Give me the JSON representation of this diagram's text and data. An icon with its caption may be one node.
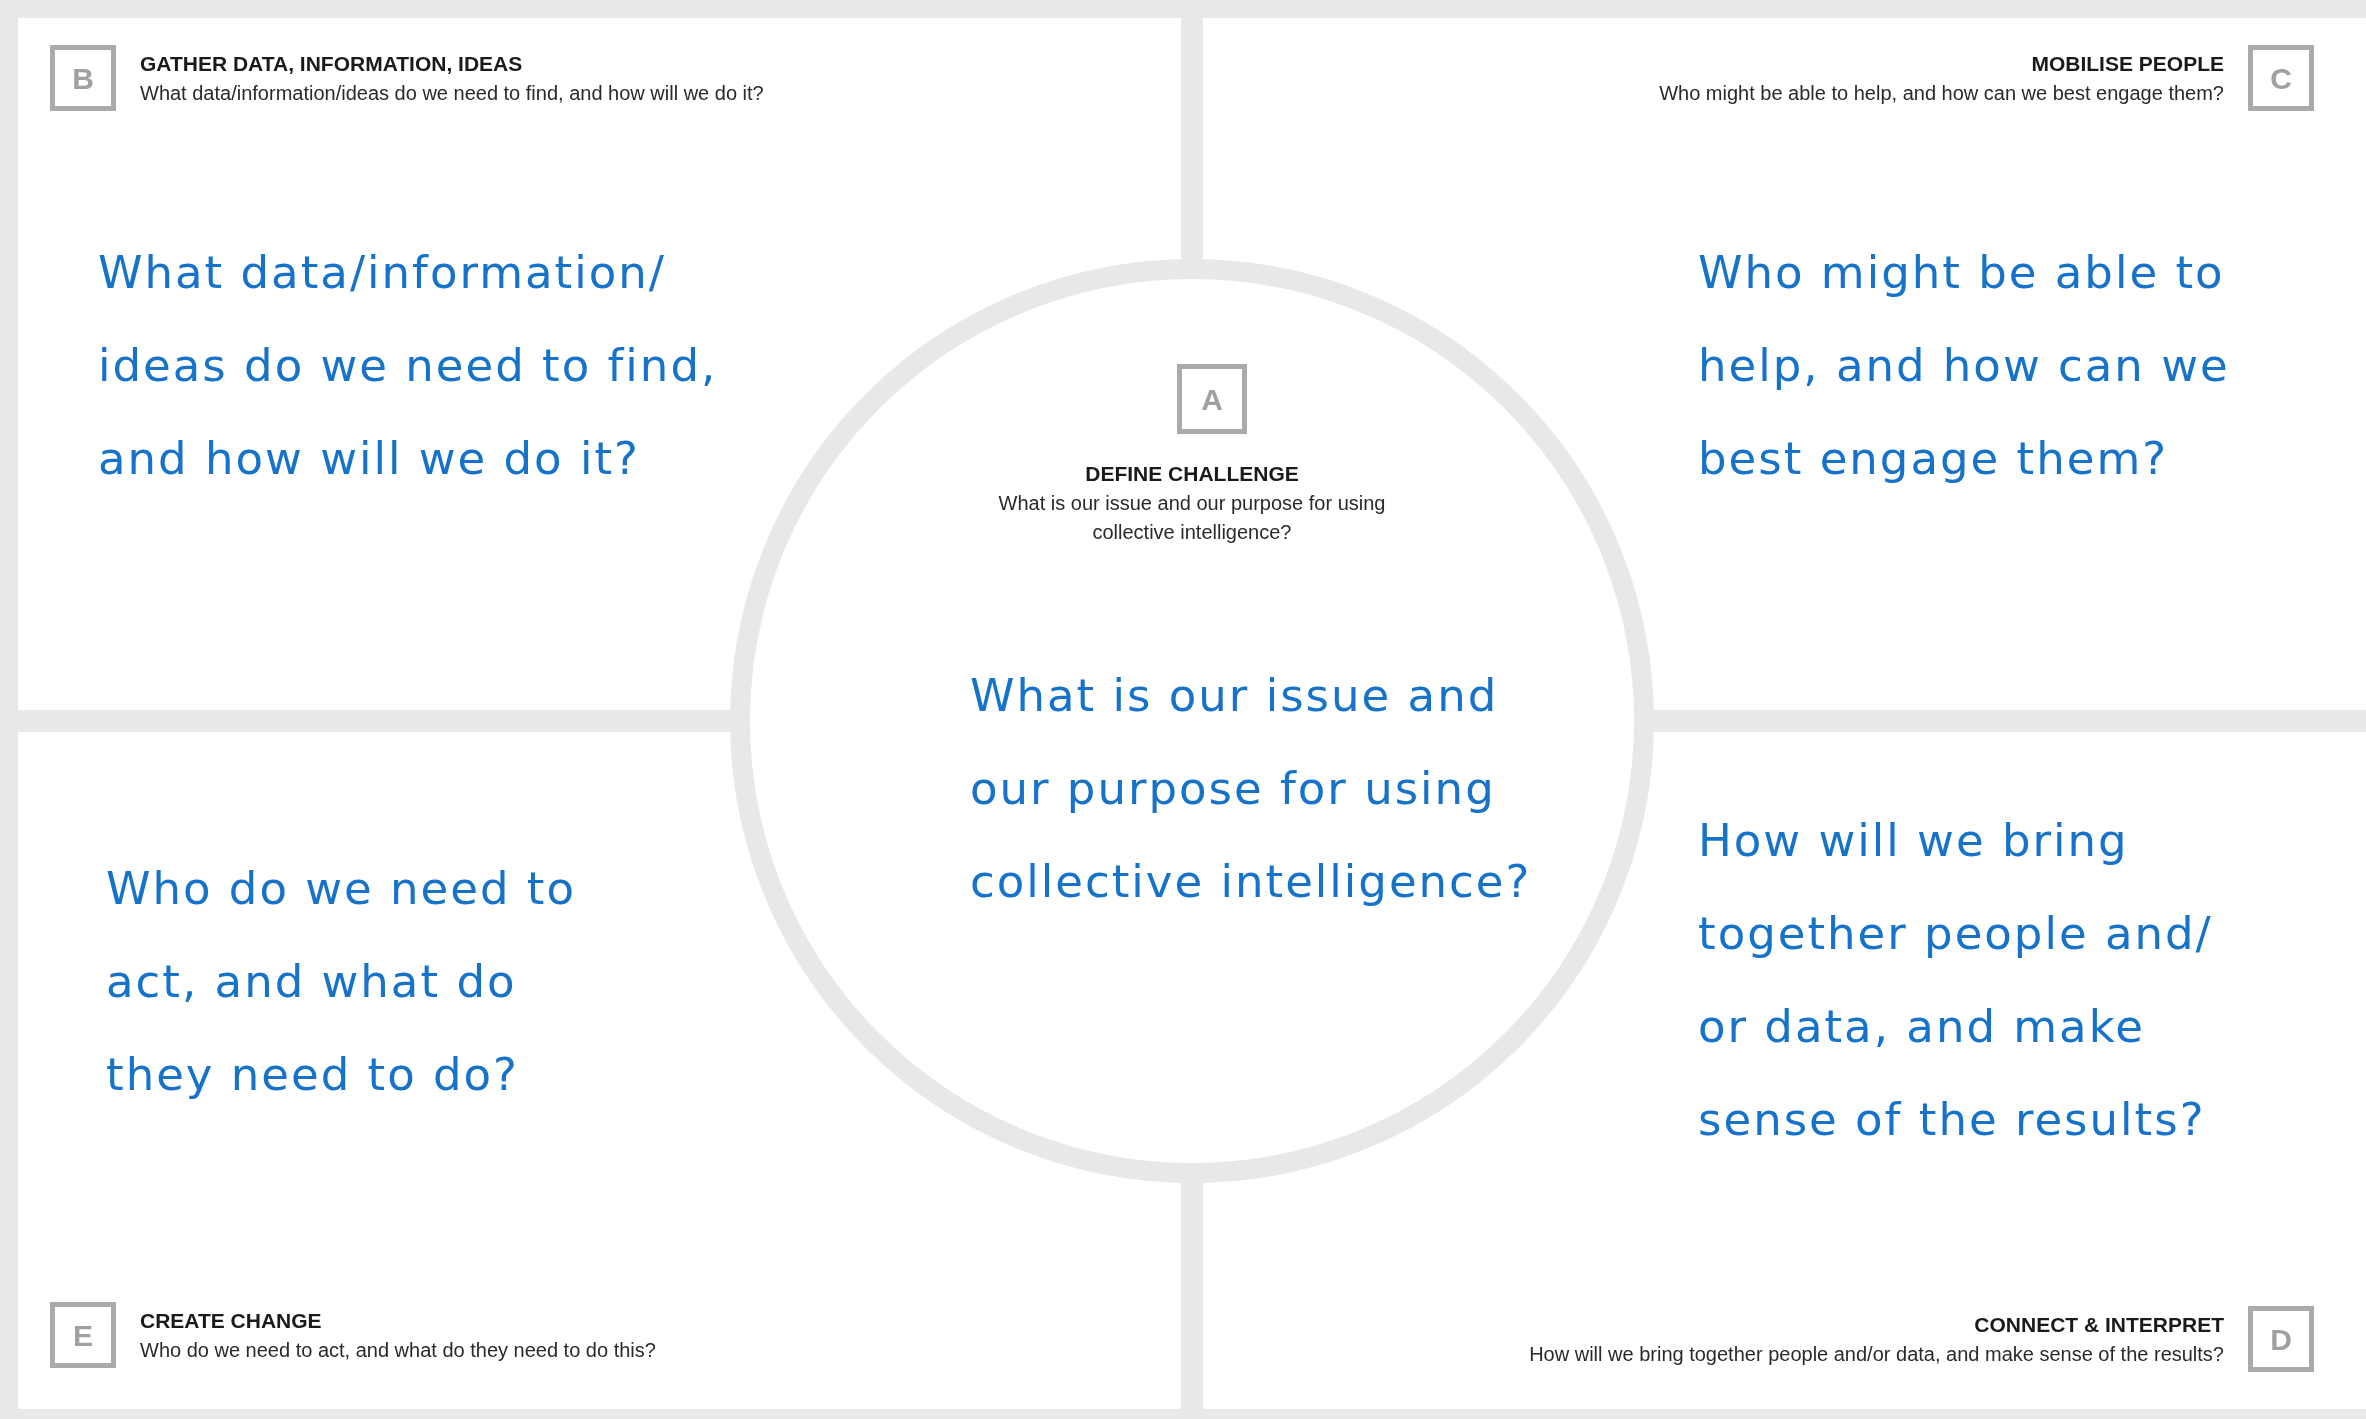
{
  "diagram": {
    "nodes": [
      {
        "text": [
          "B",
          "GATHER DATA, INFORMATION, IDEAS",
          "What data/information/ideas do we need to find, and how will we do it?"
        ]
      },
      {
        "text": [
          "MOBILISE PEOPLE",
          "Who might be able to help, and how can we best engage them?",
          "C"
        ]
      },
      {
        "text": [
          "DEFINE CHALLENGE",
          "What is our issue and our purpose for using collective intelligence?",
          "What is our issue and our purpose for using collective intelligence?"
        ]
      },
      {
        "text": [
          "A"
        ],
        "in": 2
      },
      {
        "text": [
          "E",
          "CREATE CHANGE",
          "Who do we need to act, and what do they need to do this?"
        ]
      },
      {
        "text": [
          "CONNECT & INTERPRET",
          "How will we bring together people and/or data, and make sense of the results?",
          "D"
        ]
      }
    ],
    "labels": [
      "What data/information/ ideas do we need to find, and how will we do it?",
      "Who might be able to help, and how can we best engage them?",
      "Who do we need to act, and what do they need to do?",
      "How will we bring together people and/ or data, and make sense of the results?"
    ]
  }
}
